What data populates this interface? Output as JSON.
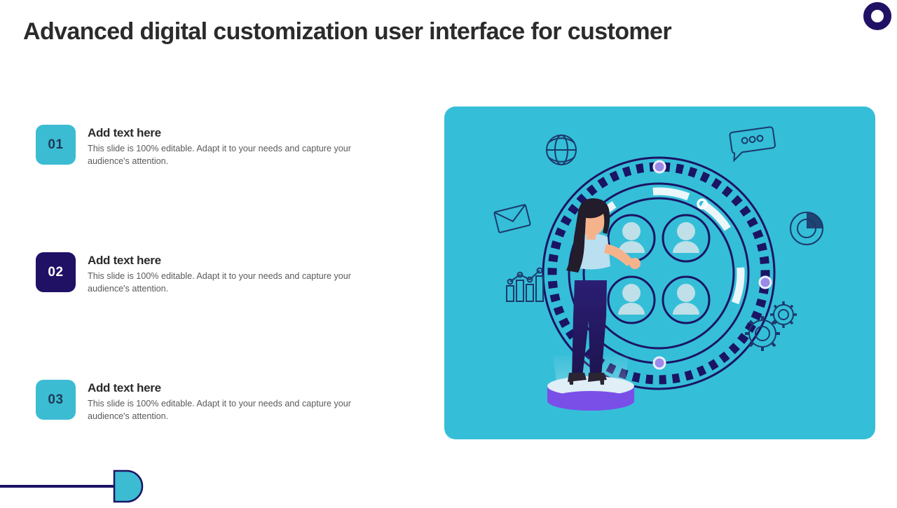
{
  "slide": {
    "title": "Advanced digital customization user interface for customer",
    "background_color": "#ffffff",
    "title_color": "#2b2b2b"
  },
  "logo": {
    "name": "ring-logo",
    "color": "#211165"
  },
  "bullets": {
    "items": [
      {
        "number": "01",
        "heading": "Add text here",
        "body": "This slide is 100% editable.  Adapt it to your needs and capture your audience's attention.",
        "badge_color": "#3cbcd3",
        "badge_text_color": "#1d3a57"
      },
      {
        "number": "02",
        "heading": "Add text here",
        "body": "This slide is 100% editable. Adapt it to your needs and capture your audience's attention.",
        "badge_color": "#211165",
        "badge_text_color": "#ffffff"
      },
      {
        "number": "03",
        "heading": "Add text here",
        "body": "This slide is 100% editable. Adapt it to your needs and capture your audience's attention.",
        "badge_color": "#3cbcd3",
        "badge_text_color": "#1d3a57"
      }
    ]
  },
  "illustration": {
    "panel_color": "#35bed8",
    "accent_navy": "#1b1464",
    "accent_purple": "#9b8ae8",
    "avatar_fill": "#bfe0e8",
    "platform_color": "#7a4fe8",
    "icons": [
      "globe-icon",
      "envelope-icon",
      "bar-chart-icon",
      "chat-bubble-icon",
      "donut-chart-icon",
      "gears-icon"
    ],
    "avatar_count": 4,
    "person": {
      "name": "woman-figure",
      "hair_color": "#221c2b",
      "top_color": "#b9dff0",
      "pants_color": "#241a5e",
      "skin_color": "#f5b38c"
    }
  },
  "decoration": {
    "name": "bottom-left-accent",
    "shape_color": "#3cbcd3",
    "line_color": "#1b1464"
  }
}
